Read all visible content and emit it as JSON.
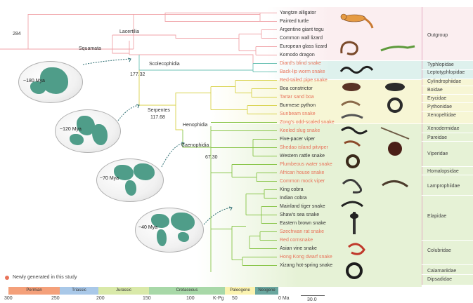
{
  "colors": {
    "outgroup": "#f0a3a8",
    "scolecophidia": "#6fc3b6",
    "henophidia": "#d8d24a",
    "caenophidia": "#87c447",
    "new_species": "#e8735a",
    "plain_species": "#333333"
  },
  "nodes": {
    "root_age": "284",
    "squamata": "Squamata",
    "lacertilia": "Lacertilia",
    "serpentes_age": "177.32",
    "scolecophidia": "Scolecophidia",
    "serpentes": "Serpentes",
    "henophidia_age": "117.68",
    "henophidia": "Henophidia",
    "caenophidia": "Caenophidia",
    "caenophidia_age": "67.30"
  },
  "species": [
    {
      "name": "Yangtze alligator",
      "new": false
    },
    {
      "name": "Painted turtle",
      "new": false
    },
    {
      "name": "Argentine giant tegu",
      "new": false
    },
    {
      "name": "Common wall lizard",
      "new": false
    },
    {
      "name": "European glass lizard",
      "new": false
    },
    {
      "name": "Komodo dragon",
      "new": false
    },
    {
      "name": "Diard's blind snake",
      "new": true
    },
    {
      "name": "Back-lip worm snake",
      "new": true
    },
    {
      "name": "Red-tailed pipe snake",
      "new": true
    },
    {
      "name": "Boa constrictor",
      "new": false
    },
    {
      "name": "Tartar sand boa",
      "new": true
    },
    {
      "name": "Burmese python",
      "new": false
    },
    {
      "name": "Sunbeam snake",
      "new": true
    },
    {
      "name": "Zong's odd-scaled snake",
      "new": true
    },
    {
      "name": "Keeled slug snake",
      "new": true
    },
    {
      "name": "Five-pacer viper",
      "new": false
    },
    {
      "name": "Shedao island pitviper",
      "new": true
    },
    {
      "name": "Western rattle snake",
      "new": false
    },
    {
      "name": "Plumbeous water snake",
      "new": true
    },
    {
      "name": "African house snake",
      "new": true
    },
    {
      "name": "Common mock viper",
      "new": true
    },
    {
      "name": "King cobra",
      "new": false
    },
    {
      "name": "Indian cobra",
      "new": false
    },
    {
      "name": "Mainland tiger snake",
      "new": false
    },
    {
      "name": "Shaw's sea snake",
      "new": false
    },
    {
      "name": "Eastern brown snake",
      "new": false
    },
    {
      "name": "Szechwan rat snake",
      "new": true
    },
    {
      "name": "Red cornsnake",
      "new": true
    },
    {
      "name": "Asian vine snake",
      "new": false
    },
    {
      "name": "Hong Kong dwarf snake",
      "new": true
    },
    {
      "name": "Xizang hot-spring snake",
      "new": false
    }
  ],
  "families": [
    {
      "name": "Outgroup",
      "color": "#fbeef0"
    },
    {
      "name": "Typhlopidae",
      "color": "#def1ed"
    },
    {
      "name": "Leptotyphlopidae",
      "color": "#def1ed"
    },
    {
      "name": "Cylindrophiidae",
      "color": "#f7f6d5"
    },
    {
      "name": "Boidae",
      "color": "#f7f6d5"
    },
    {
      "name": "Erycidae",
      "color": "#f7f6d5"
    },
    {
      "name": "Pythonidae",
      "color": "#f7f6d5"
    },
    {
      "name": "Xenopeltidae",
      "color": "#f7f6d5"
    },
    {
      "name": "Xenodermidae",
      "color": "#e6f2d6"
    },
    {
      "name": "Pareidae",
      "color": "#e6f2d6"
    },
    {
      "name": "Viperidae",
      "color": "#e6f2d6"
    },
    {
      "name": "Homalopsidae",
      "color": "#e6f2d6"
    },
    {
      "name": "Lamprophiidae",
      "color": "#e6f2d6"
    },
    {
      "name": "Elapidae",
      "color": "#e6f2d6"
    },
    {
      "name": "Colubridae",
      "color": "#e6f2d6"
    },
    {
      "name": "Calamariidae",
      "color": "#e6f2d6"
    },
    {
      "name": "Dipsadidae",
      "color": "#e6f2d6"
    }
  ],
  "globes": [
    "~180 Mya",
    "~120 Mya",
    "~70 Mya",
    "~40 Mya"
  ],
  "legend": "Newly generated in this study",
  "timescale": {
    "eras": [
      {
        "name": "Permian",
        "color": "#f4a07a"
      },
      {
        "name": "Triassic",
        "color": "#a9c8e8"
      },
      {
        "name": "Jurassic",
        "color": "#d9e9a9"
      },
      {
        "name": "Cretaceous",
        "color": "#a8d8a8"
      },
      {
        "name": "Paleogene",
        "color": "#fbf3b0"
      },
      {
        "name": "Neogene",
        "color": "#6aa79f"
      }
    ],
    "ticks": [
      "300",
      "250",
      "200",
      "150",
      "100",
      "K-Pg",
      "50",
      "0 Ma"
    ],
    "scale_bar": "30.0"
  }
}
